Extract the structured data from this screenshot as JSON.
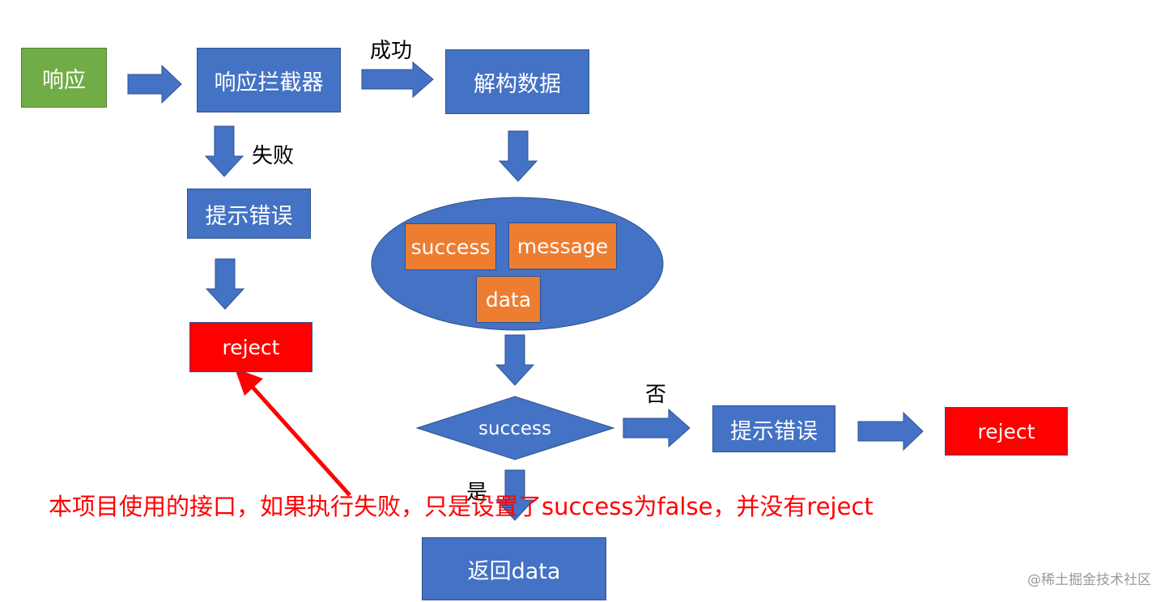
{
  "nodes": {
    "response": "响应",
    "interceptor": "响应拦截器",
    "destructure": "解构数据",
    "show_error_left": "提示错误",
    "reject_left": "reject",
    "field_success": "success",
    "field_message": "message",
    "field_data": "data",
    "decision_success": "success",
    "show_error_right": "提示错误",
    "reject_right": "reject",
    "return_data": "返回data"
  },
  "edge_labels": {
    "success": "成功",
    "fail": "失败",
    "no": "否",
    "yes": "是"
  },
  "annotation": "本项目使用的接口，如果执行失败，只是设置了success为false，并没有reject",
  "watermark": "@稀土掘金技术社区",
  "colors": {
    "blue": "#4472c4",
    "green": "#70ad47",
    "orange": "#ed7d31",
    "red": "#ff0000"
  }
}
